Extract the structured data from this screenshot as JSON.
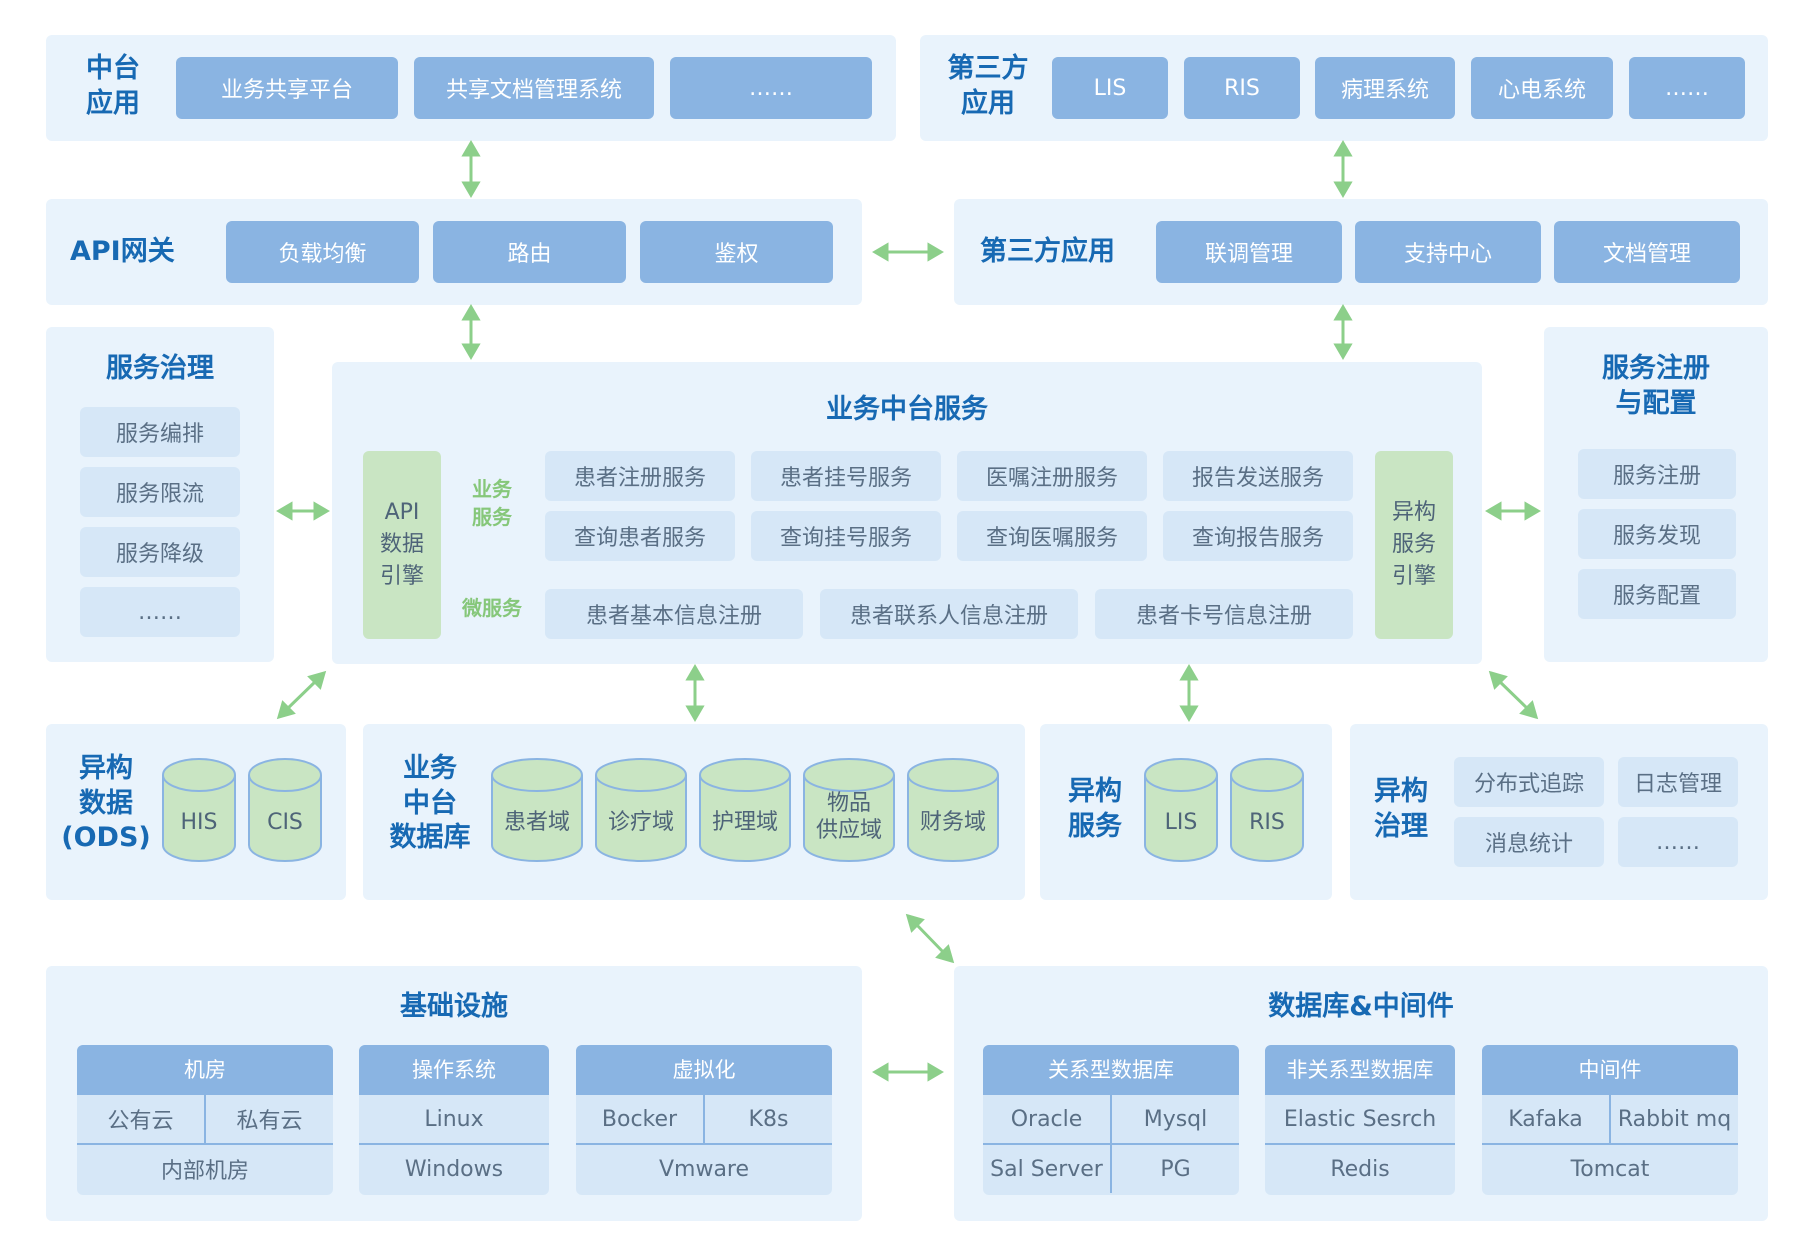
{
  "colors": {
    "panel": "#e9f3fc",
    "chip": "#8ab4e2",
    "service": "#d6e7f7",
    "green": "#c9e5c3",
    "arrow": "#8ccf8a",
    "title": "#1769b3"
  },
  "top_left": {
    "title": "中台\n应用",
    "items": [
      "业务共享平台",
      "共享文档管理系统",
      "……"
    ]
  },
  "top_right": {
    "title": "第三方\n应用",
    "items": [
      "LIS",
      "RIS",
      "病理系统",
      "心电系统",
      "……"
    ]
  },
  "api_gateway": {
    "title": "API网关",
    "items": [
      "负载均衡",
      "路由",
      "鉴权"
    ]
  },
  "third_party": {
    "title": "第三方应用",
    "items": [
      "联调管理",
      "支持中心",
      "文档管理"
    ]
  },
  "governance": {
    "title": "服务治理",
    "items": [
      "服务编排",
      "服务限流",
      "服务降级",
      "……"
    ]
  },
  "registry": {
    "title": "服务注册\n与配置",
    "items": [
      "服务注册",
      "服务发现",
      "服务配置"
    ]
  },
  "center": {
    "title": "业务中台服务",
    "api_engine": "API\n数据\n引擎",
    "hetero_engine": "异构\n服务\n引擎",
    "biz_label": "业务\n服务",
    "micro_label": "微服务",
    "biz_services": [
      "患者注册服务",
      "患者挂号服务",
      "医嘱注册服务",
      "报告发送服务",
      "查询患者服务",
      "查询挂号服务",
      "查询医嘱服务",
      "查询报告服务"
    ],
    "micro_services": [
      "患者基本信息注册",
      "患者联系人信息注册",
      "患者卡号信息注册"
    ]
  },
  "ods": {
    "title": "异构\n数据\n(ODS)",
    "items": [
      "HIS",
      "CIS"
    ]
  },
  "biz_db": {
    "title": "业务\n中台\n数据库",
    "items": [
      "患者域",
      "诊疗域",
      "护理域",
      "物品\n供应域",
      "财务域"
    ]
  },
  "hetero_service": {
    "title": "异构\n服务",
    "items": [
      "LIS",
      "RIS"
    ]
  },
  "hetero_gov": {
    "title": "异构\n治理",
    "items": [
      "分布式追踪",
      "日志管理",
      "消息统计",
      "……"
    ]
  },
  "infra": {
    "title": "基础设施",
    "cards": [
      {
        "header": "机房",
        "rows": [
          [
            "公有云",
            "私有云"
          ],
          [
            "内部机房"
          ]
        ]
      },
      {
        "header": "操作系统",
        "rows": [
          [
            "Linux"
          ],
          [
            "Windows"
          ]
        ]
      },
      {
        "header": "虚拟化",
        "rows": [
          [
            "Bocker",
            "K8s"
          ],
          [
            "Vmware"
          ]
        ]
      }
    ]
  },
  "db_mw": {
    "title": "数据库&中间件",
    "cards": [
      {
        "header": "关系型数据库",
        "rows": [
          [
            "Oracle",
            "Mysql"
          ],
          [
            "Sal Server",
            "PG"
          ]
        ]
      },
      {
        "header": "非关系型数据库",
        "rows": [
          [
            "Elastic Sesrch"
          ],
          [
            "Redis"
          ]
        ]
      },
      {
        "header": "中间件",
        "rows": [
          [
            "Kafaka",
            "Rabbit mq"
          ],
          [
            "Tomcat"
          ]
        ]
      }
    ]
  }
}
